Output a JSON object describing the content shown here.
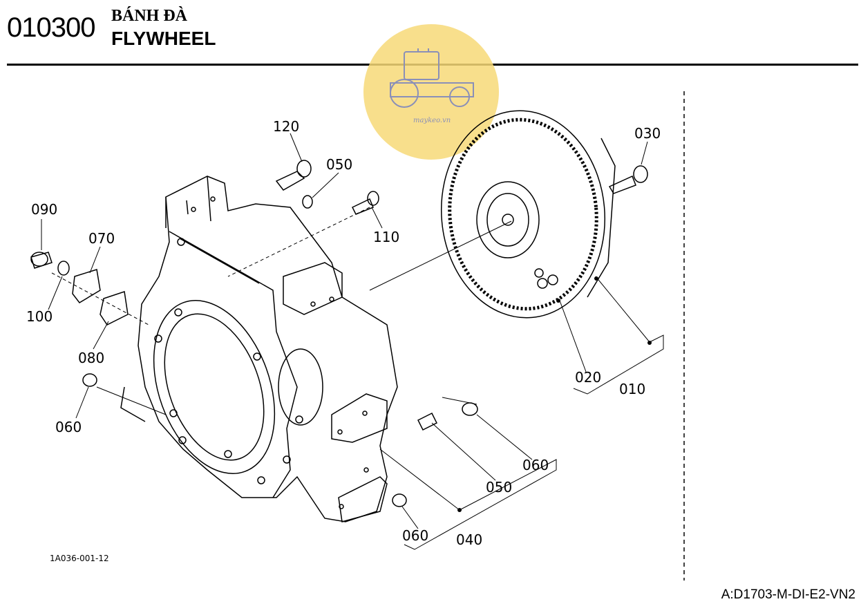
{
  "header": {
    "code": "010300",
    "title_vn": "BÁNH ĐÀ",
    "title_en": "FLYWHEEL"
  },
  "watermark": {
    "text": "maykeo.vn",
    "color": "#f7d978"
  },
  "callouts": {
    "p120": "120",
    "p050a": "050",
    "p030": "030",
    "p090": "090",
    "p070": "070",
    "p110": "110",
    "p100": "100",
    "p080": "080",
    "p060a": "060",
    "p020": "020",
    "p010": "010",
    "p060b": "060",
    "p050b": "050",
    "p060c": "060",
    "p040": "040"
  },
  "drawing_id": "1A036-001-12",
  "footer": "A:D1703-M-DI-E2-VN2"
}
